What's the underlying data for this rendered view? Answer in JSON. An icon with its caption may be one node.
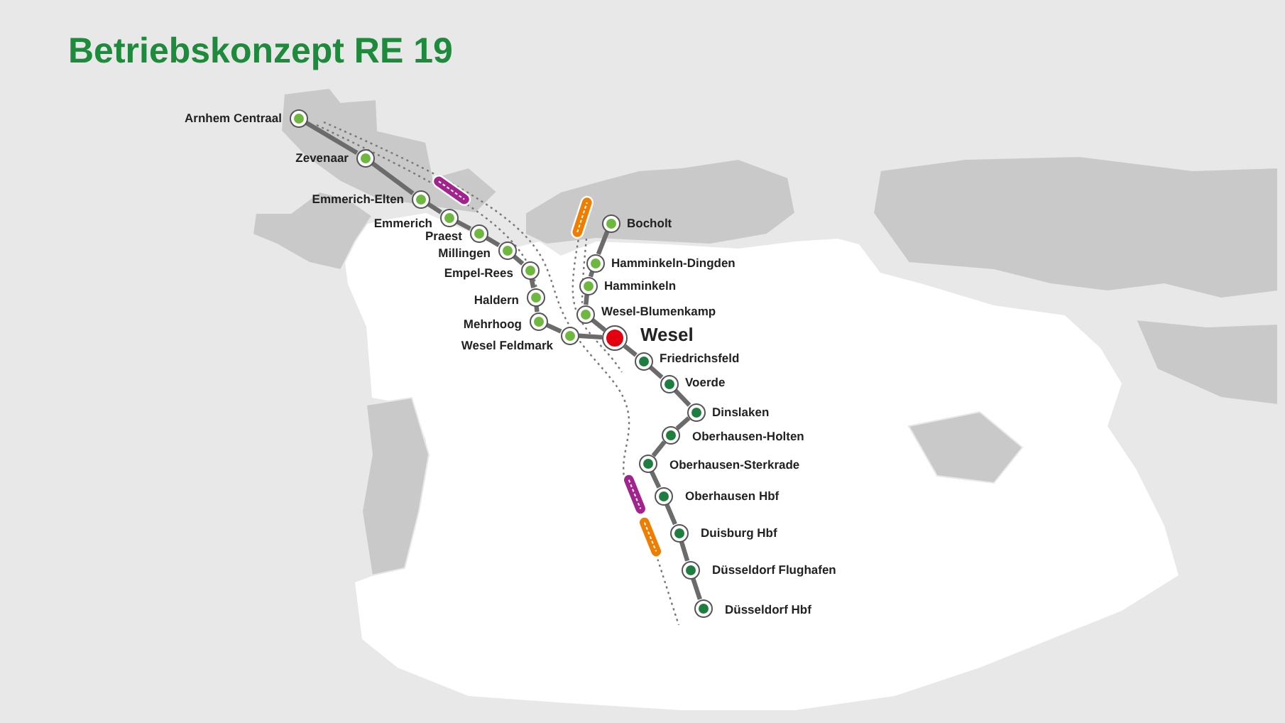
{
  "diagram": {
    "title": "Betriebskonzept RE 19",
    "nodes": [
      {
        "text": [],
        "shape": "circle",
        "beside": [
          "Arnhem Centraal"
        ]
      },
      {
        "text": [],
        "shape": "circle",
        "beside": [
          "Zevenaar"
        ]
      },
      {
        "text": [],
        "shape": "circle",
        "beside": [
          "Emmerich-Elten"
        ]
      },
      {
        "text": [],
        "shape": "circle",
        "beside": [
          "Emmerich"
        ]
      },
      {
        "text": [],
        "shape": "circle",
        "beside": [
          "Praest"
        ]
      },
      {
        "text": [],
        "shape": "circle",
        "beside": [
          "Millingen"
        ]
      },
      {
        "text": [],
        "shape": "circle",
        "beside": [
          "Empel-Rees"
        ]
      },
      {
        "text": [],
        "shape": "circle",
        "beside": [
          "Haldern"
        ]
      },
      {
        "text": [],
        "shape": "circle",
        "beside": [
          "Mehrhoog"
        ]
      },
      {
        "text": [],
        "shape": "circle",
        "beside": [
          "Wesel Feldmark"
        ]
      },
      {
        "text": [],
        "shape": "circle",
        "beside": [
          "Wesel"
        ]
      },
      {
        "text": [],
        "shape": "circle",
        "beside": [
          "Bocholt"
        ]
      },
      {
        "text": [],
        "shape": "circle",
        "beside": [
          "Hamminkeln-Dingden"
        ]
      },
      {
        "text": [],
        "shape": "circle",
        "beside": [
          "Hamminkeln"
        ]
      },
      {
        "text": [],
        "shape": "circle",
        "beside": [
          "Wesel-Blumenkamp"
        ]
      },
      {
        "text": [],
        "shape": "circle",
        "beside": [
          "Friedrichsfeld"
        ]
      },
      {
        "text": [],
        "shape": "circle",
        "beside": [
          "Voerde"
        ]
      },
      {
        "text": [],
        "shape": "circle",
        "beside": [
          "Dinslaken"
        ]
      },
      {
        "text": [],
        "shape": "circle",
        "beside": [
          "Oberhausen-Holten"
        ]
      },
      {
        "text": [],
        "shape": "circle",
        "beside": [
          "Oberhausen-Sterkrade"
        ]
      },
      {
        "text": [],
        "shape": "circle",
        "beside": [
          "Oberhausen Hbf"
        ]
      },
      {
        "text": [],
        "shape": "circle",
        "beside": [
          "Duisburg Hbf"
        ]
      },
      {
        "text": [],
        "shape": "circle",
        "beside": [
          "Düsseldorf Flughafen"
        ]
      },
      {
        "text": [],
        "shape": "circle",
        "beside": [
          "Düsseldorf Hbf"
        ]
      }
    ],
    "edges": [
      {
        "from": 0,
        "to": 1,
        "arrow": "none"
      },
      {
        "from": 1,
        "to": 2,
        "arrow": "none"
      },
      {
        "from": 2,
        "to": 3,
        "arrow": "none"
      },
      {
        "from": 3,
        "to": 4,
        "arrow": "none"
      },
      {
        "from": 4,
        "to": 5,
        "arrow": "none"
      },
      {
        "from": 5,
        "to": 6,
        "arrow": "none"
      },
      {
        "from": 6,
        "to": 7,
        "arrow": "none"
      },
      {
        "from": 7,
        "to": 8,
        "arrow": "none"
      },
      {
        "from": 8,
        "to": 9,
        "arrow": "none"
      },
      {
        "from": 9,
        "to": 10,
        "arrow": "none"
      },
      {
        "from": 11,
        "to": 12,
        "arrow": "none"
      },
      {
        "from": 12,
        "to": 13,
        "arrow": "none"
      },
      {
        "from": 13,
        "to": 14,
        "arrow": "none"
      },
      {
        "from": 14,
        "to": 10,
        "arrow": "none"
      },
      {
        "from": 10,
        "to": 15,
        "arrow": "none"
      },
      {
        "from": 15,
        "to": 16,
        "arrow": "none"
      },
      {
        "from": 16,
        "to": 17,
        "arrow": "none"
      },
      {
        "from": 17,
        "to": 18,
        "arrow": "none"
      },
      {
        "from": 18,
        "to": 19,
        "arrow": "none"
      },
      {
        "from": 19,
        "to": 20,
        "arrow": "none"
      },
      {
        "from": 20,
        "to": 21,
        "arrow": "none"
      },
      {
        "from": 21,
        "to": 22,
        "arrow": "none"
      },
      {
        "from": 22,
        "to": 23,
        "arrow": "none"
      }
    ]
  }
}
